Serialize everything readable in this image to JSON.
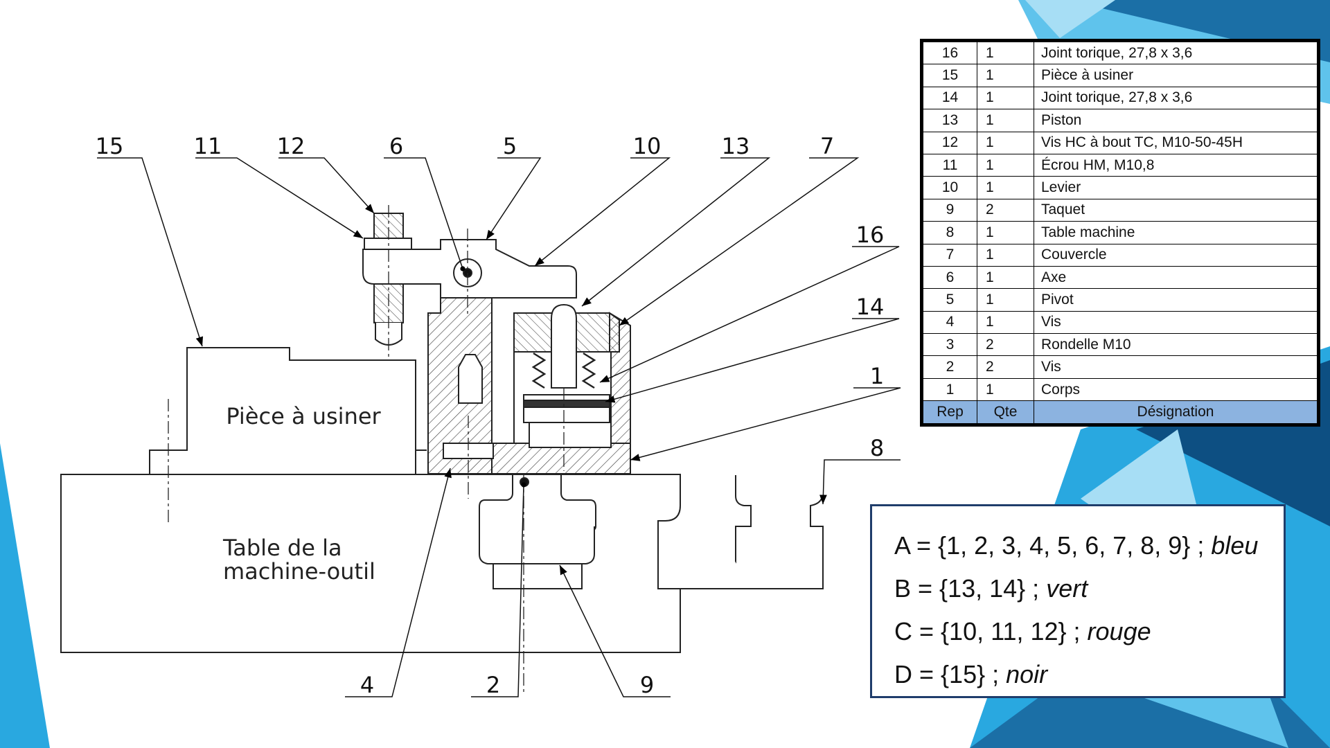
{
  "background": {
    "accent_colors": [
      "#29a8e0",
      "#1b6fa6",
      "#5fc3ec",
      "#a7def5",
      "#0d4f82"
    ]
  },
  "callouts": [
    {
      "id": "15",
      "label": "15"
    },
    {
      "id": "11",
      "label": "11"
    },
    {
      "id": "12",
      "label": "12"
    },
    {
      "id": "6",
      "label": "6"
    },
    {
      "id": "5",
      "label": "5"
    },
    {
      "id": "10",
      "label": "10"
    },
    {
      "id": "13",
      "label": "13"
    },
    {
      "id": "7",
      "label": "7"
    },
    {
      "id": "16",
      "label": "16"
    },
    {
      "id": "14",
      "label": "14"
    },
    {
      "id": "1",
      "label": "1"
    },
    {
      "id": "8",
      "label": "8"
    },
    {
      "id": "4",
      "label": "4"
    },
    {
      "id": "2",
      "label": "2"
    },
    {
      "id": "9",
      "label": "9"
    }
  ],
  "drawing_text": {
    "workpiece_label": "Pièce à usiner",
    "table_label_line1": "Table de la",
    "table_label_line2": "machine-outil"
  },
  "nomenclature": {
    "headers": {
      "rep": "Rep",
      "qte": "Qte",
      "designation": "Désignation"
    },
    "header_color": "#8cb3e0",
    "rows": [
      {
        "rep": "16",
        "qte": "1",
        "designation": "Joint torique, 27,8 x 3,6"
      },
      {
        "rep": "15",
        "qte": "1",
        "designation": "Pièce à usiner"
      },
      {
        "rep": "14",
        "qte": "1",
        "designation": "Joint torique, 27,8 x 3,6"
      },
      {
        "rep": "13",
        "qte": "1",
        "designation": "Piston"
      },
      {
        "rep": "12",
        "qte": "1",
        "designation": "Vis HC à bout TC, M10-50-45H"
      },
      {
        "rep": "11",
        "qte": "1",
        "designation": "Écrou HM, M10,8"
      },
      {
        "rep": "10",
        "qte": "1",
        "designation": "Levier"
      },
      {
        "rep": "9",
        "qte": "2",
        "designation": "Taquet"
      },
      {
        "rep": "8",
        "qte": "1",
        "designation": "Table machine"
      },
      {
        "rep": "7",
        "qte": "1",
        "designation": "Couvercle"
      },
      {
        "rep": "6",
        "qte": "1",
        "designation": "Axe"
      },
      {
        "rep": "5",
        "qte": "1",
        "designation": "Pivot"
      },
      {
        "rep": "4",
        "qte": "1",
        "designation": "Vis"
      },
      {
        "rep": "3",
        "qte": "2",
        "designation": "Rondelle M10"
      },
      {
        "rep": "2",
        "qte": "2",
        "designation": "Vis"
      },
      {
        "rep": "1",
        "qte": "1",
        "designation": "Corps"
      }
    ]
  },
  "classes": [
    {
      "set": "A = {1, 2, 3, 4, 5, 6, 7, 8, 9} ; ",
      "color": "bleu"
    },
    {
      "set": "B = {13, 14} ; ",
      "color": "vert"
    },
    {
      "set": "C = {10, 11, 12} ; ",
      "color": "rouge"
    },
    {
      "set": "D = {15} ; ",
      "color": "noir"
    }
  ]
}
